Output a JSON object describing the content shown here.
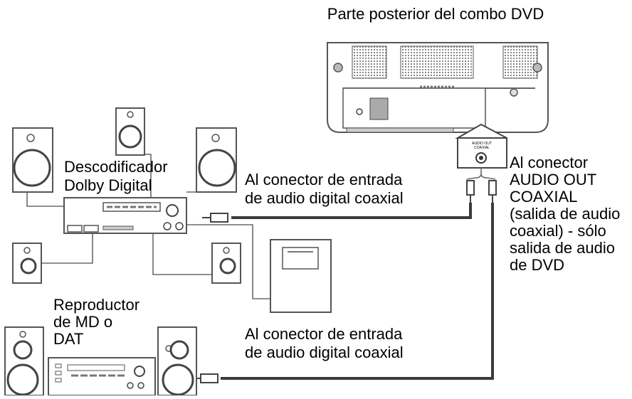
{
  "labels": {
    "tv_title": "Parte posterior del combo DVD",
    "decoder": [
      "Descodificador",
      "Dolby Digital"
    ],
    "input_top": [
      "Al conector de entrada",
      "de audio digital coaxial"
    ],
    "output_connector": [
      "Al conector",
      "AUDIO OUT",
      "COAXIAL",
      "(salida de audio",
      "coaxial) - sólo",
      "salida de audio",
      "de DVD"
    ],
    "md_player": [
      "Reproductor",
      "de MD o",
      "DAT"
    ],
    "input_bottom": [
      "Al conector de entrada",
      "de audio digital coaxial"
    ],
    "jack_label": [
      "AUDIO OUT",
      "COAXIAL"
    ]
  },
  "colors": {
    "line": "#3a3a3a",
    "outline": "#555555",
    "background": "#ffffff"
  }
}
